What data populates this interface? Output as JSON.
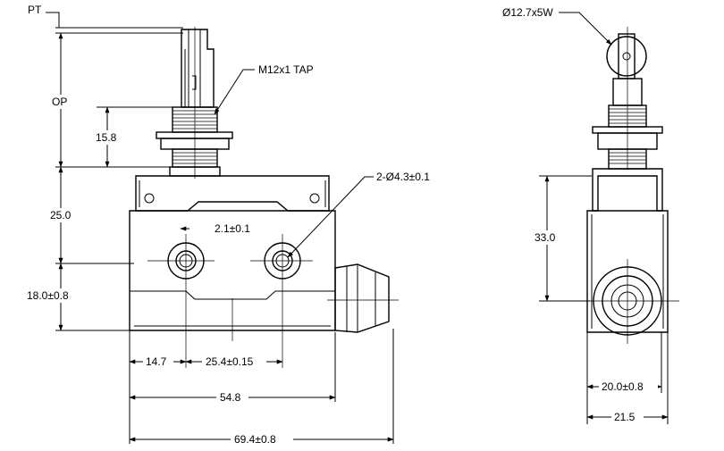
{
  "labels": {
    "pt": "PT",
    "op": "OP",
    "thread": "M12x1 TAP",
    "dim_15_8": "15.8",
    "dim_25_0": "25.0",
    "dim_18_0": "18.0±0.8",
    "dim_2_1": "2.1±0.1",
    "holes": "2-Ø4.3±0.1",
    "dim_14_7": "14.7",
    "dim_25_4": "25.4±0.15",
    "dim_54_8": "54.8",
    "dim_69_4": "69.4±0.8",
    "roller": "Ø12.7x5W",
    "dim_33_0": "33.0",
    "dim_20_0": "20.0±0.8",
    "dim_21_5": "21.5"
  }
}
